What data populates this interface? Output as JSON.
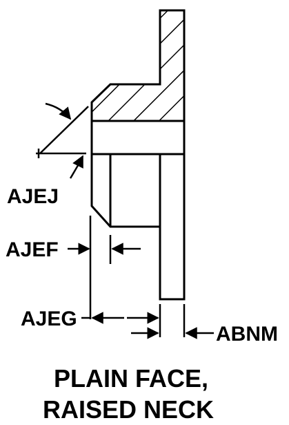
{
  "labels": {
    "ajej": "AJEJ",
    "ajef": "AJEF",
    "ajeg": "AJEG",
    "abnm": "ABNM"
  },
  "caption": {
    "line1": "PLAIN FACE,",
    "line2": "RAISED NECK"
  },
  "colors": {
    "ink": "#000000",
    "paper": "#ffffff"
  }
}
